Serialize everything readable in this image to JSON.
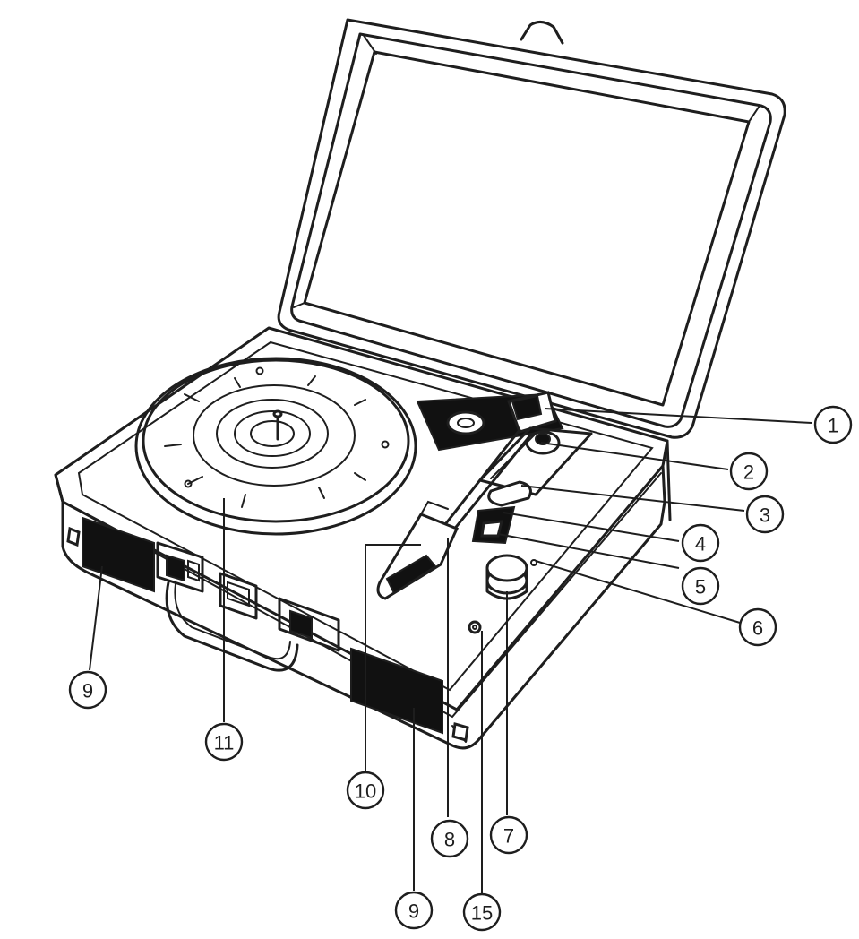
{
  "callouts": [
    {
      "id": "c1",
      "text": "1"
    },
    {
      "id": "c2",
      "text": "2"
    },
    {
      "id": "c3",
      "text": "3"
    },
    {
      "id": "c4",
      "text": "4"
    },
    {
      "id": "c5",
      "text": "5"
    },
    {
      "id": "c6",
      "text": "6"
    },
    {
      "id": "c7",
      "text": "7"
    },
    {
      "id": "c8",
      "text": "8"
    },
    {
      "id": "c9a",
      "text": "9"
    },
    {
      "id": "c9b",
      "text": "9"
    },
    {
      "id": "c10",
      "text": "10"
    },
    {
      "id": "c11",
      "text": "11"
    },
    {
      "id": "c15",
      "text": "15"
    }
  ],
  "colors": {
    "line": "#1e1e1e",
    "grille": "#111111",
    "background": "#ffffff"
  }
}
